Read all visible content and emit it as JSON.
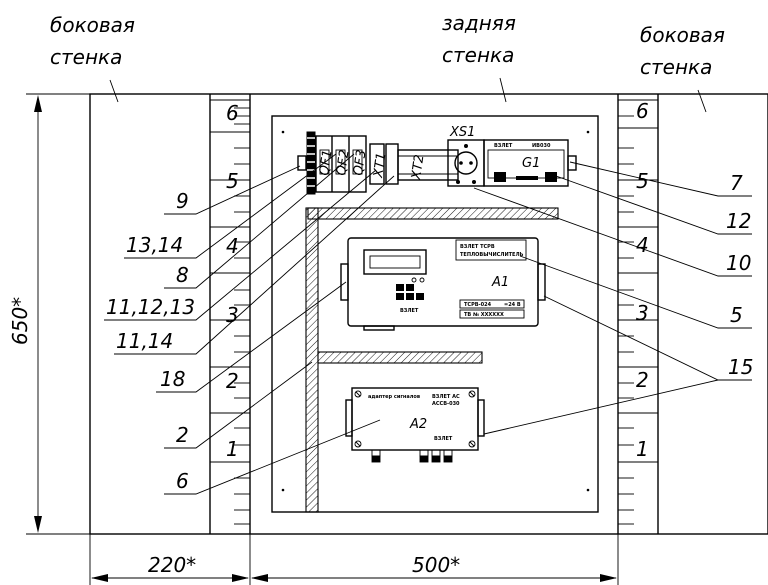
{
  "wall_labels": {
    "left_side": [
      "боковая",
      "стенка"
    ],
    "back": [
      "задняя",
      "стенка"
    ],
    "right_side": [
      "боковая",
      "стенка"
    ]
  },
  "dimensions": {
    "height": "650*",
    "left_width": "220*",
    "main_width": "500*"
  },
  "left_ruler_marks": [
    "6",
    "5",
    "4",
    "3",
    "2",
    "1"
  ],
  "right_ruler_marks": [
    "6",
    "5",
    "4",
    "3",
    "2",
    "1"
  ],
  "left_callouts": [
    "9",
    "13,14",
    "8",
    "11,12,13",
    "11,14",
    "18",
    "2",
    "6"
  ],
  "right_callouts": [
    "7",
    "12",
    "10",
    "5",
    "15"
  ],
  "devices": {
    "qf1": "QF1",
    "qf2": "QF2",
    "qf3": "QF3",
    "xt1": "XT1",
    "xt2": "XT2",
    "xs1": "XS1",
    "g1": "G1",
    "g1_brand": "ВЗЛЕТ",
    "g1_model": "ИВ030",
    "a1": "A1",
    "a1_title": "ВЗЛЕТ ТСРВ",
    "a1_subtitle": "ТЕПЛОВЫЧИСЛИТЕЛЬ",
    "a1_model": "ТСРВ-024",
    "a1_voltage": "=24 В",
    "a1_serial": "ТВ № XXXXXX",
    "a1_brand": "ВЗЛЕТ",
    "a2": "A2",
    "a2_adapter": "адаптер сигналов",
    "a2_title": "ВЗЛЕТ АС",
    "a2_model": "АССВ-030",
    "a2_brand": "ВЗЛЕТ"
  }
}
